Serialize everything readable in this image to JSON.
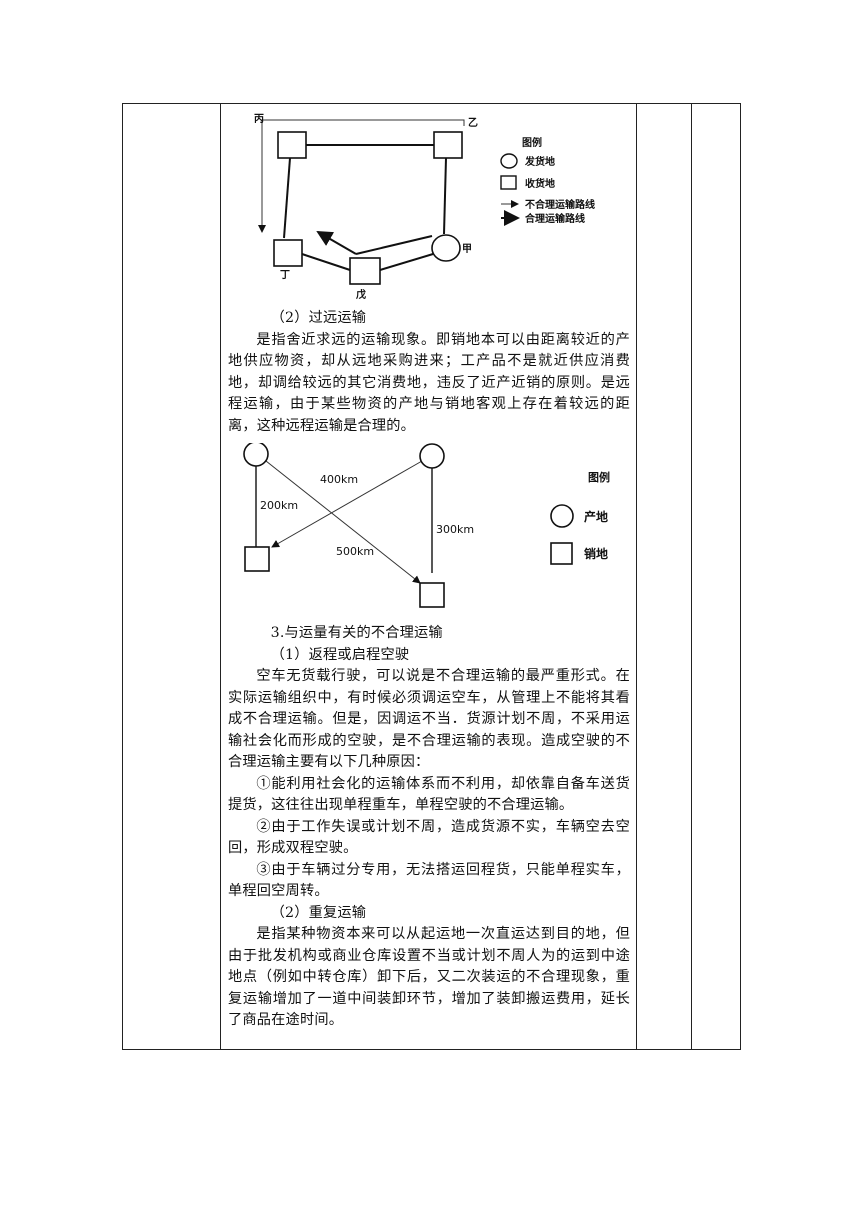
{
  "figure1": {
    "labels": {
      "bing": "丙",
      "yi": "乙",
      "ding": "丁",
      "wu": "戊",
      "jia": "甲"
    },
    "legend": {
      "title": "图例",
      "ship": "发货地",
      "receive": "收货地",
      "unreasonable": "不合理运输路线",
      "reasonable": "合理运输路线"
    }
  },
  "section_far": {
    "heading": "（2）过远运输",
    "body": "是指舍近求远的运输现象。即销地本可以由距离较近的产地供应物资，却从远地采购进来；工产品不是就近供应消费地，却调给较远的其它消费地，违反了近产近销的原则。是远程运输，由于某些物资的产地与销地客观上存在着较远的距离，这种远程运输是合理的。"
  },
  "figure2": {
    "d400": "400km",
    "d200": "200km",
    "d300": "300km",
    "d500": "500km",
    "legend": {
      "title": "图例",
      "origin": "产地",
      "sale": "销地"
    }
  },
  "section3": {
    "heading": "3.与运量有关的不合理运输",
    "sub1": "（1）返程或启程空驶",
    "p1": "空车无货载行驶，可以说是不合理运输的最严重形式。在实际运输组织中，有时候必须调运空车，从管理上不能将其看成不合理运输。但是，因调运不当．货源计划不周，不采用运输社会化而形成的空驶，是不合理运输的表现。造成空驶的不合理运输主要有以下几种原因：",
    "r1": "①能利用社会化的运输体系而不利用，却依靠自备车送货提货，这往往出现单程重车，单程空驶的不合理运输。",
    "r2": "②由于工作失误或计划不周，造成货源不实，车辆空去空回，形成双程空驶。",
    "r3": "③由于车辆过分专用，无法搭运回程货，只能单程实车，单程回空周转。",
    "sub2": "（2）重复运输",
    "p2": "是指某种物资本来可以从起运地一次直运达到目的地，但由于批发机构或商业仓库设置不当或计划不周人为的运到中途地点（例如中转仓库）卸下后，又二次装运的不合理现象，重复运输增加了一道中间装卸环节，增加了装卸搬运费用，延长了商品在途时间。"
  }
}
